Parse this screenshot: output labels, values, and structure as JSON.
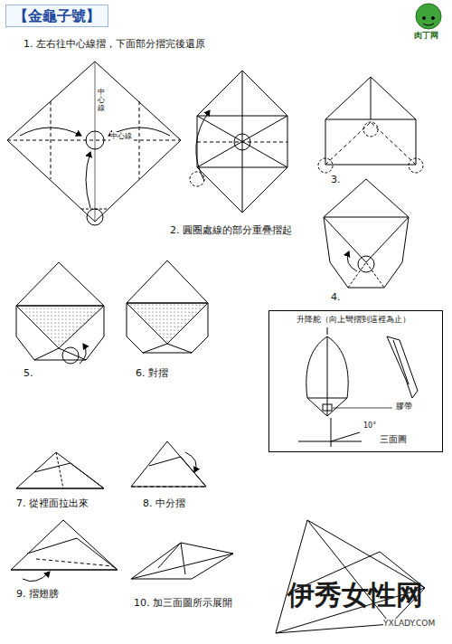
{
  "diagram": {
    "title": "【金龜子號】",
    "nodes": [
      {
        "text": [
          "升降舵（向上彎摺到這裡為止）",
          "膠帶",
          "10°",
          "三面圖"
        ]
      }
    ],
    "labels": [
      "1. 左右往中心線摺，下面部分摺完後還原",
      "中心線",
      "中心線",
      "2. 圓圈處線的部分重疊摺起",
      "3.",
      "4.",
      "5.",
      "6. 對摺",
      "7. 從裡面拉出來",
      "8. 中分摺",
      "9. 摺翅膀",
      "10. 加三面圖所示展開",
      "肉丁网",
      "伊秀女性网",
      "YXLADY.COM"
    ]
  }
}
